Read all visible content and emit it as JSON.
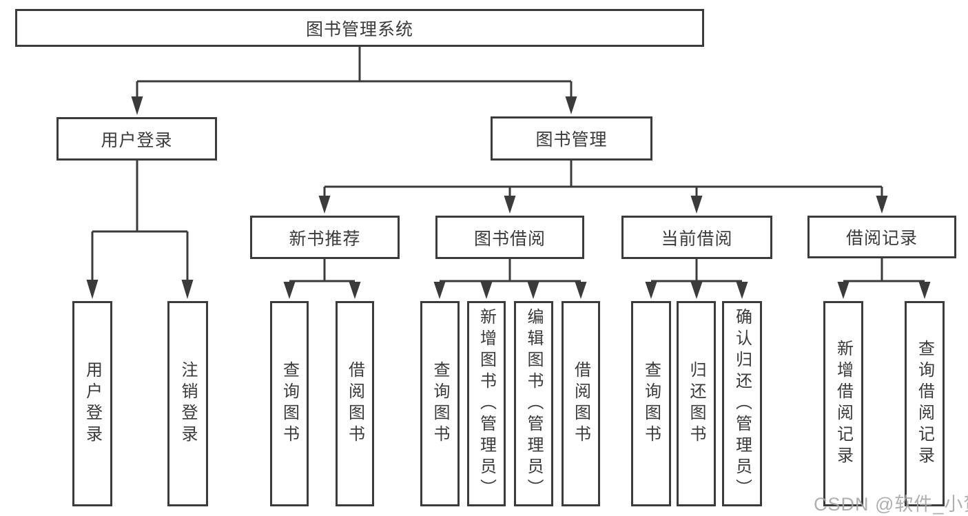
{
  "colors": {
    "line": "#3b3b3b",
    "box_border": "#3b3b3b",
    "text": "#3a3a3a",
    "background": "#ffffff",
    "watermark": "#a5a5a5"
  },
  "diagram": {
    "root": {
      "label": "图书管理系统"
    },
    "level2": [
      {
        "label": "用户登录"
      },
      {
        "label": "图书管理"
      }
    ],
    "level3": [
      {
        "label": "新书推荐"
      },
      {
        "label": "图书借阅"
      },
      {
        "label": "当前借阅"
      },
      {
        "label": "借阅记录"
      }
    ],
    "leaves": {
      "user_login": [
        "用户登录",
        "注销登录"
      ],
      "new_book_recommendation": [
        "查询图书",
        "借阅图书"
      ],
      "book_borrowing": [
        "查询图书",
        "新增图书（管理员）",
        "编辑图书（管理员）",
        "借阅图书"
      ],
      "current_borrowing": [
        "查询图书",
        "归还图书",
        "确认归还（管理员）"
      ],
      "borrowing_records": [
        "新增借阅记录",
        "查询借阅记录"
      ]
    }
  },
  "watermark": {
    "text": "CSDN @软件_小贺同学"
  }
}
